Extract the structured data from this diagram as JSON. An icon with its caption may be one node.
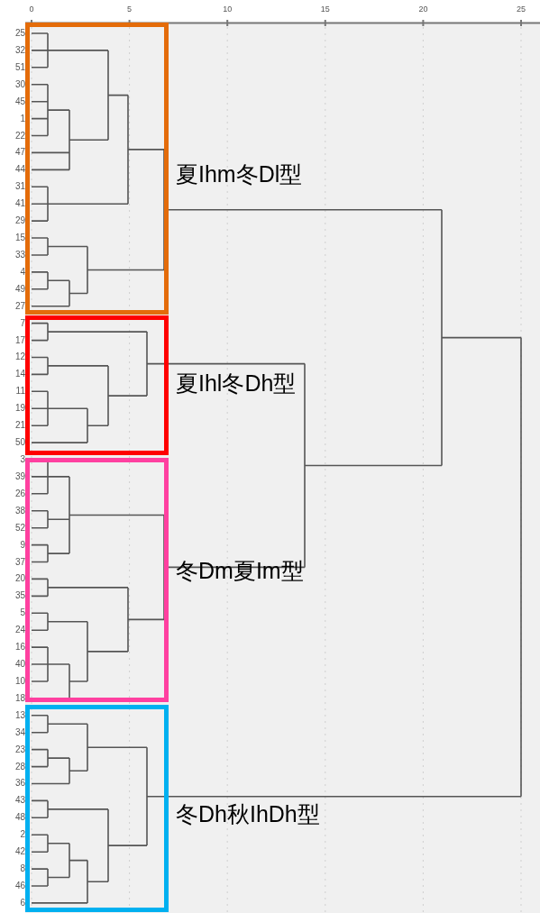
{
  "diagram": {
    "nodes": [
      {
        "text": [
          "夏Ihm冬Dl型"
        ]
      },
      {
        "text": [
          "夏Ihl冬Dh型"
        ]
      },
      {
        "text": [
          "冬Dm夏Im型"
        ]
      },
      {
        "text": [
          "冬Dh秋IhDh型"
        ]
      }
    ],
    "labels": [
      "0",
      "5",
      "10",
      "15",
      "20",
      "25",
      "25",
      "32",
      "51",
      "30",
      "45",
      "1",
      "22",
      "47",
      "44",
      "31",
      "41",
      "29",
      "15",
      "33",
      "4",
      "49",
      "27",
      "7",
      "17",
      "12",
      "14",
      "11",
      "19",
      "21",
      "50",
      "3",
      "39",
      "26",
      "38",
      "52",
      "9",
      "37",
      "20",
      "35",
      "5",
      "24",
      "16",
      "40",
      "10",
      "18",
      "13",
      "34",
      "23",
      "28",
      "36",
      "43",
      "48",
      "2",
      "42",
      "8",
      "46",
      "6"
    ]
  }
}
